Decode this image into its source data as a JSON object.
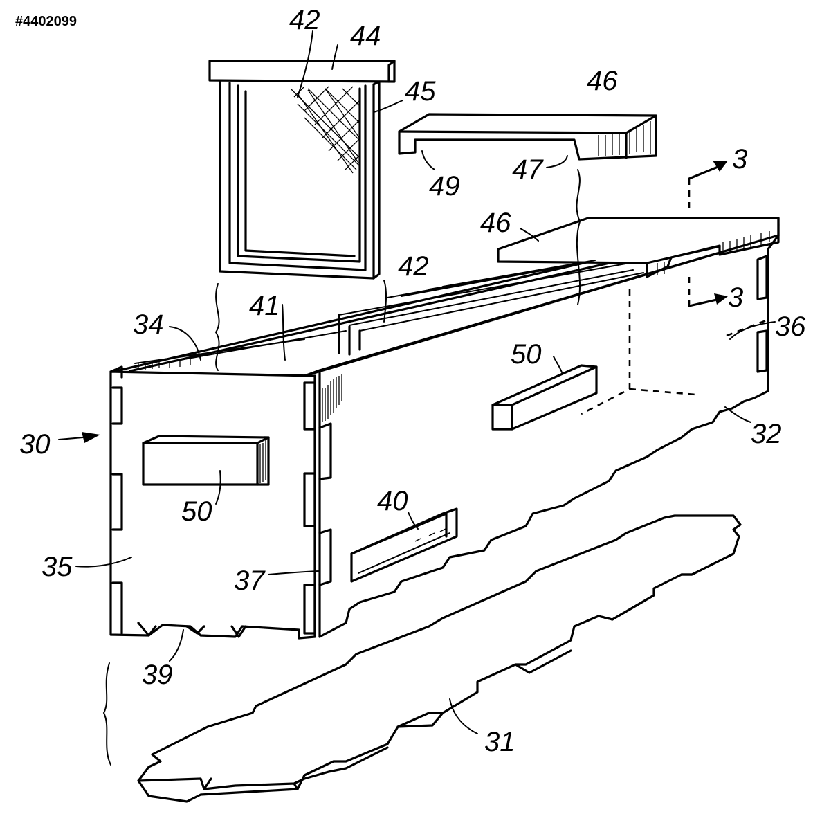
{
  "document": {
    "patent_number": "#4402099"
  },
  "figure": {
    "reference_labels": {
      "frame_screen": "42",
      "frame_top_bar": "44",
      "frame_side": "45",
      "cover_top": "46",
      "cover_notch_right": "47",
      "cover_notch_left": "49",
      "section_arrow_upper": "3",
      "section_arrow_lower": "3",
      "cover_on_box": "46",
      "inner_frames": "42",
      "divider": "41",
      "top_rim": "34",
      "end_wall_tab": "36",
      "handle_side": "50",
      "side_wall": "32",
      "assembly": "30",
      "handle_end": "50",
      "entrance_slot": "40",
      "end_wall": "35",
      "joint_tab": "37",
      "bottom_notch": "39",
      "bottom_board": "31"
    }
  }
}
